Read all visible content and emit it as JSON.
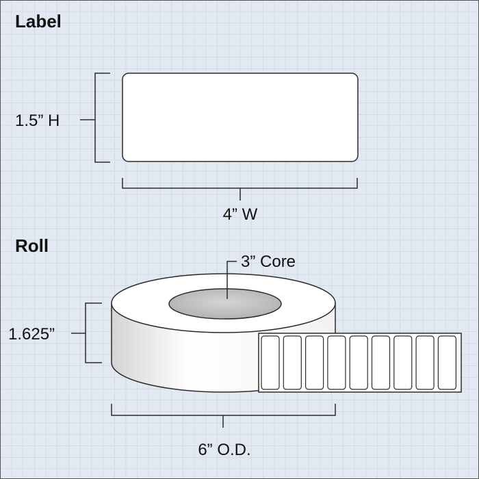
{
  "label_section": {
    "heading": "Label",
    "height_text": "1.5” H",
    "width_text": "4” W"
  },
  "roll_section": {
    "heading": "Roll",
    "core_text": "3” Core",
    "width_text": "1.625”",
    "outer_diameter_text": "6” O.D.",
    "label_strip_count": 9
  },
  "colors": {
    "background": "#e2e9f2",
    "grid_line": "#c3cfde",
    "outline": "#2a2a2a",
    "label_fill": "#ffffff",
    "core_fill": "#c4c4c4"
  }
}
